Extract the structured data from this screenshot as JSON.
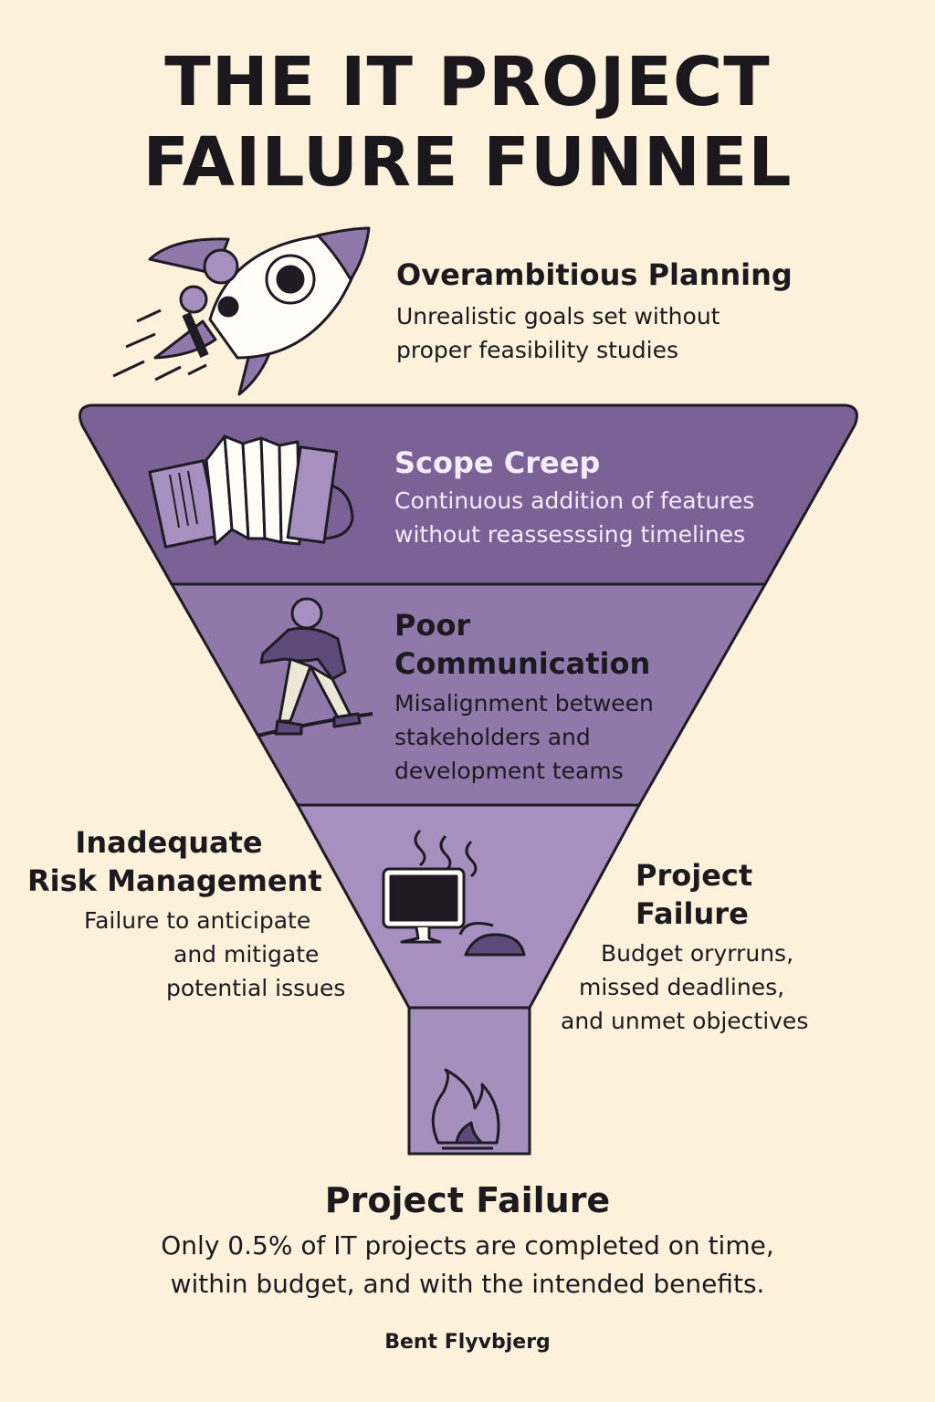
{
  "title": {
    "line1": "THE IT PROJECT",
    "line2": "FAILURE FUNNEL"
  },
  "stages": [
    {
      "title": "Overambitious Planning",
      "desc_line1": "Unrealistic goals set without",
      "desc_line2": "proper feasibility studies",
      "icon": "rocket-icon"
    },
    {
      "title": "Scope Creep",
      "desc_line1": "Continuous addition of features",
      "desc_line2": "without reassesssing timelines",
      "icon": "accordion-icon"
    },
    {
      "title_line1": "Poor",
      "title_line2": "Communication",
      "desc_line1": "Misalignment between",
      "desc_line2": "stakeholders and",
      "desc_line3": "development teams",
      "icon": "snowboarder-icon"
    },
    {
      "title_line1": "Inadequate",
      "title_line2": "Risk Management",
      "desc_line1": "Failure to anticipate",
      "desc_line2": "and mitigate",
      "desc_line3": "potential issues",
      "icon": "overheating-computer-icon"
    },
    {
      "title_line1": "Project",
      "title_line2": "Failure",
      "desc_line1": "Budget oryrruns,",
      "desc_line2": "missed deadlines,",
      "desc_line3": "and unmet objectives",
      "icon": "fire-icon"
    }
  ],
  "conclusion": {
    "title": "Project Failure",
    "line1": "Only 0.5% of IT projects are completed on time,",
    "line2": "within budget, and with the intended benefits."
  },
  "attribution": "Bent Flyvbjerg",
  "colors": {
    "background": "#fcf2dc",
    "funnel_top": "#7a6296",
    "funnel_mid": "#8f79ab",
    "funnel_low": "#a690bf",
    "spout": "#a58fbc",
    "outline": "#1f1b24"
  }
}
